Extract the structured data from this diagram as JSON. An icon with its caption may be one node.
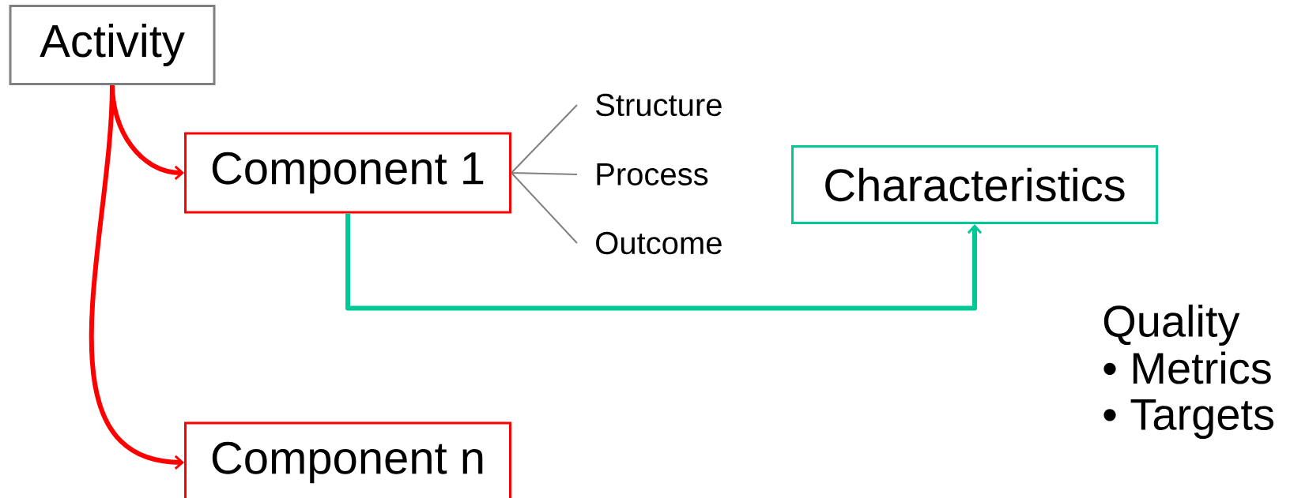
{
  "diagram": {
    "nodes": [
      {
        "text": [
          "Activity"
        ]
      },
      {
        "text": [
          "Component 1"
        ]
      },
      {
        "text": [
          "Structure"
        ]
      },
      {
        "text": [
          "Process"
        ]
      },
      {
        "text": [
          "Outcome"
        ]
      },
      {
        "text": [
          "Characteristics"
        ]
      },
      {
        "text": [
          "Component n"
        ]
      }
    ],
    "edges": [
      {
        "from": 0,
        "to": 1,
        "arrow": "to",
        "style": "thick",
        "color": "#ff0000"
      },
      {
        "from": 0,
        "to": 6,
        "arrow": "to",
        "style": "thick",
        "color": "#ff0000"
      },
      {
        "from": 1,
        "to": 2,
        "arrow": "none",
        "color": "#808080"
      },
      {
        "from": 1,
        "to": 3,
        "arrow": "none",
        "color": "#808080"
      },
      {
        "from": 1,
        "to": 4,
        "arrow": "none",
        "color": "#808080"
      },
      {
        "from": 1,
        "to": 5,
        "arrow": "to",
        "style": "thick",
        "color": "#00c896"
      }
    ],
    "labels": [
      "Quality",
      "• Metrics",
      "• Targets"
    ]
  }
}
